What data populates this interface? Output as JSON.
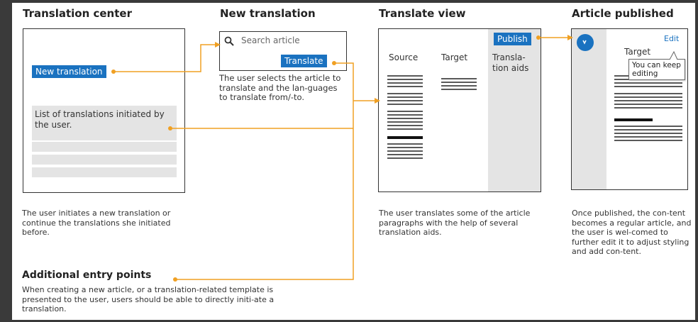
{
  "columns": {
    "translation_center": {
      "title": "Translation center",
      "button": "New translation",
      "list_text": "List of translations initiated by the user.",
      "description": "The user initiates a new translation or continue the translations she initiated before."
    },
    "new_translation": {
      "title": "New translation",
      "search_placeholder": "Search article",
      "button": "Translate",
      "description": "The user selects the article to translate and the lan-guages to translate from/-to."
    },
    "translate_view": {
      "title": "Translate view",
      "button": "Publish",
      "col_source": "Source",
      "col_target": "Target",
      "col_aids": "Transla-tion aids",
      "description": "The user translates some of the article paragraphs with the help of several translation aids."
    },
    "article_published": {
      "title": "Article published",
      "edit_link": "Edit",
      "target_label": "Target",
      "tooltip": "You can keep editing",
      "description": "Once published, the con-tent becomes a regular article, and the user is wel-comed to further edit it to adjust styling and add con-tent."
    }
  },
  "additional": {
    "title": "Additional entry points",
    "description": "When creating a new article, or a translation-related template is presented to the user, users should be able to directly initi-ate a translation."
  },
  "colors": {
    "accent_blue": "#1a72c0",
    "connector_orange": "#f0a023",
    "panel_gray": "#e4e4e4"
  }
}
